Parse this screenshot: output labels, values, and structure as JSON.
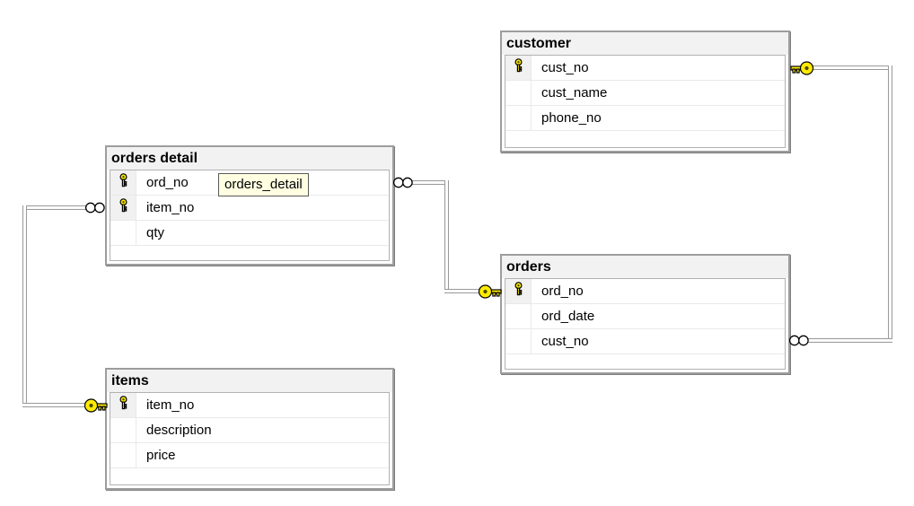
{
  "diagram": {
    "tables": [
      {
        "name": "customer",
        "title": "customer",
        "columns": [
          {
            "label": "cust_no",
            "is_primary_key": true
          },
          {
            "label": "cust_name",
            "is_primary_key": false
          },
          {
            "label": "phone_no",
            "is_primary_key": false
          }
        ]
      },
      {
        "name": "orders detail",
        "title": "orders detail",
        "columns": [
          {
            "label": "ord_no",
            "is_primary_key": true
          },
          {
            "label": "item_no",
            "is_primary_key": true
          },
          {
            "label": "qty",
            "is_primary_key": false
          }
        ]
      },
      {
        "name": "orders",
        "title": "orders",
        "columns": [
          {
            "label": "ord_no",
            "is_primary_key": true
          },
          {
            "label": "ord_date",
            "is_primary_key": false
          },
          {
            "label": "cust_no",
            "is_primary_key": false
          }
        ]
      },
      {
        "name": "items",
        "title": "items",
        "columns": [
          {
            "label": "item_no",
            "is_primary_key": true
          },
          {
            "label": "description",
            "is_primary_key": false
          },
          {
            "label": "price",
            "is_primary_key": false
          }
        ]
      }
    ],
    "tooltip": {
      "text": "orders_detail"
    },
    "relationships": [
      {
        "one_end": "customer.cust_no",
        "many_end": "orders.cust_no"
      },
      {
        "one_end": "orders.ord_no",
        "many_end": "orders detail.ord_no"
      },
      {
        "one_end": "items.item_no",
        "many_end": "orders detail.item_no"
      }
    ],
    "colors": {
      "key_yellow": "#ffec00",
      "tooltip_bg": "#fffee1",
      "header_bg": "#f2f2f2",
      "line_gray": "#9a9a9a"
    }
  }
}
